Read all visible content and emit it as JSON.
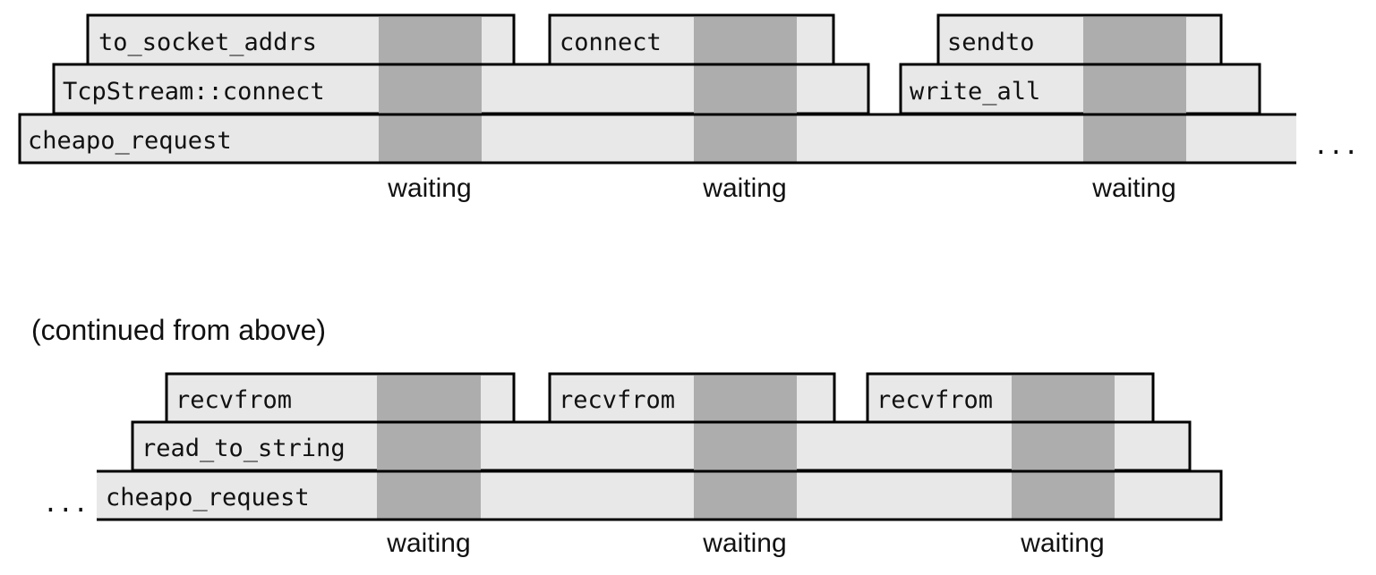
{
  "colors": {
    "frame_fill": "#e8e8e8",
    "waiting_fill": "#adadad",
    "outline": "#000000",
    "background": "#ffffff"
  },
  "top_section": {
    "frames": {
      "to_socket_addrs": "to_socket_addrs",
      "connect": "connect",
      "sendto": "sendto",
      "tcpstream_connect": "TcpStream::connect",
      "write_all": "write_all",
      "cheapo_request": "cheapo_request"
    },
    "waiting_labels": [
      "waiting",
      "waiting",
      "waiting"
    ],
    "continuation": "..."
  },
  "caption": "(continued from above)",
  "bottom_section": {
    "frames": {
      "recvfrom_1": "recvfrom",
      "recvfrom_2": "recvfrom",
      "recvfrom_3": "recvfrom",
      "read_to_string": "read_to_string",
      "cheapo_request": "cheapo_request"
    },
    "waiting_labels": [
      "waiting",
      "waiting",
      "waiting"
    ],
    "continuation": "..."
  }
}
